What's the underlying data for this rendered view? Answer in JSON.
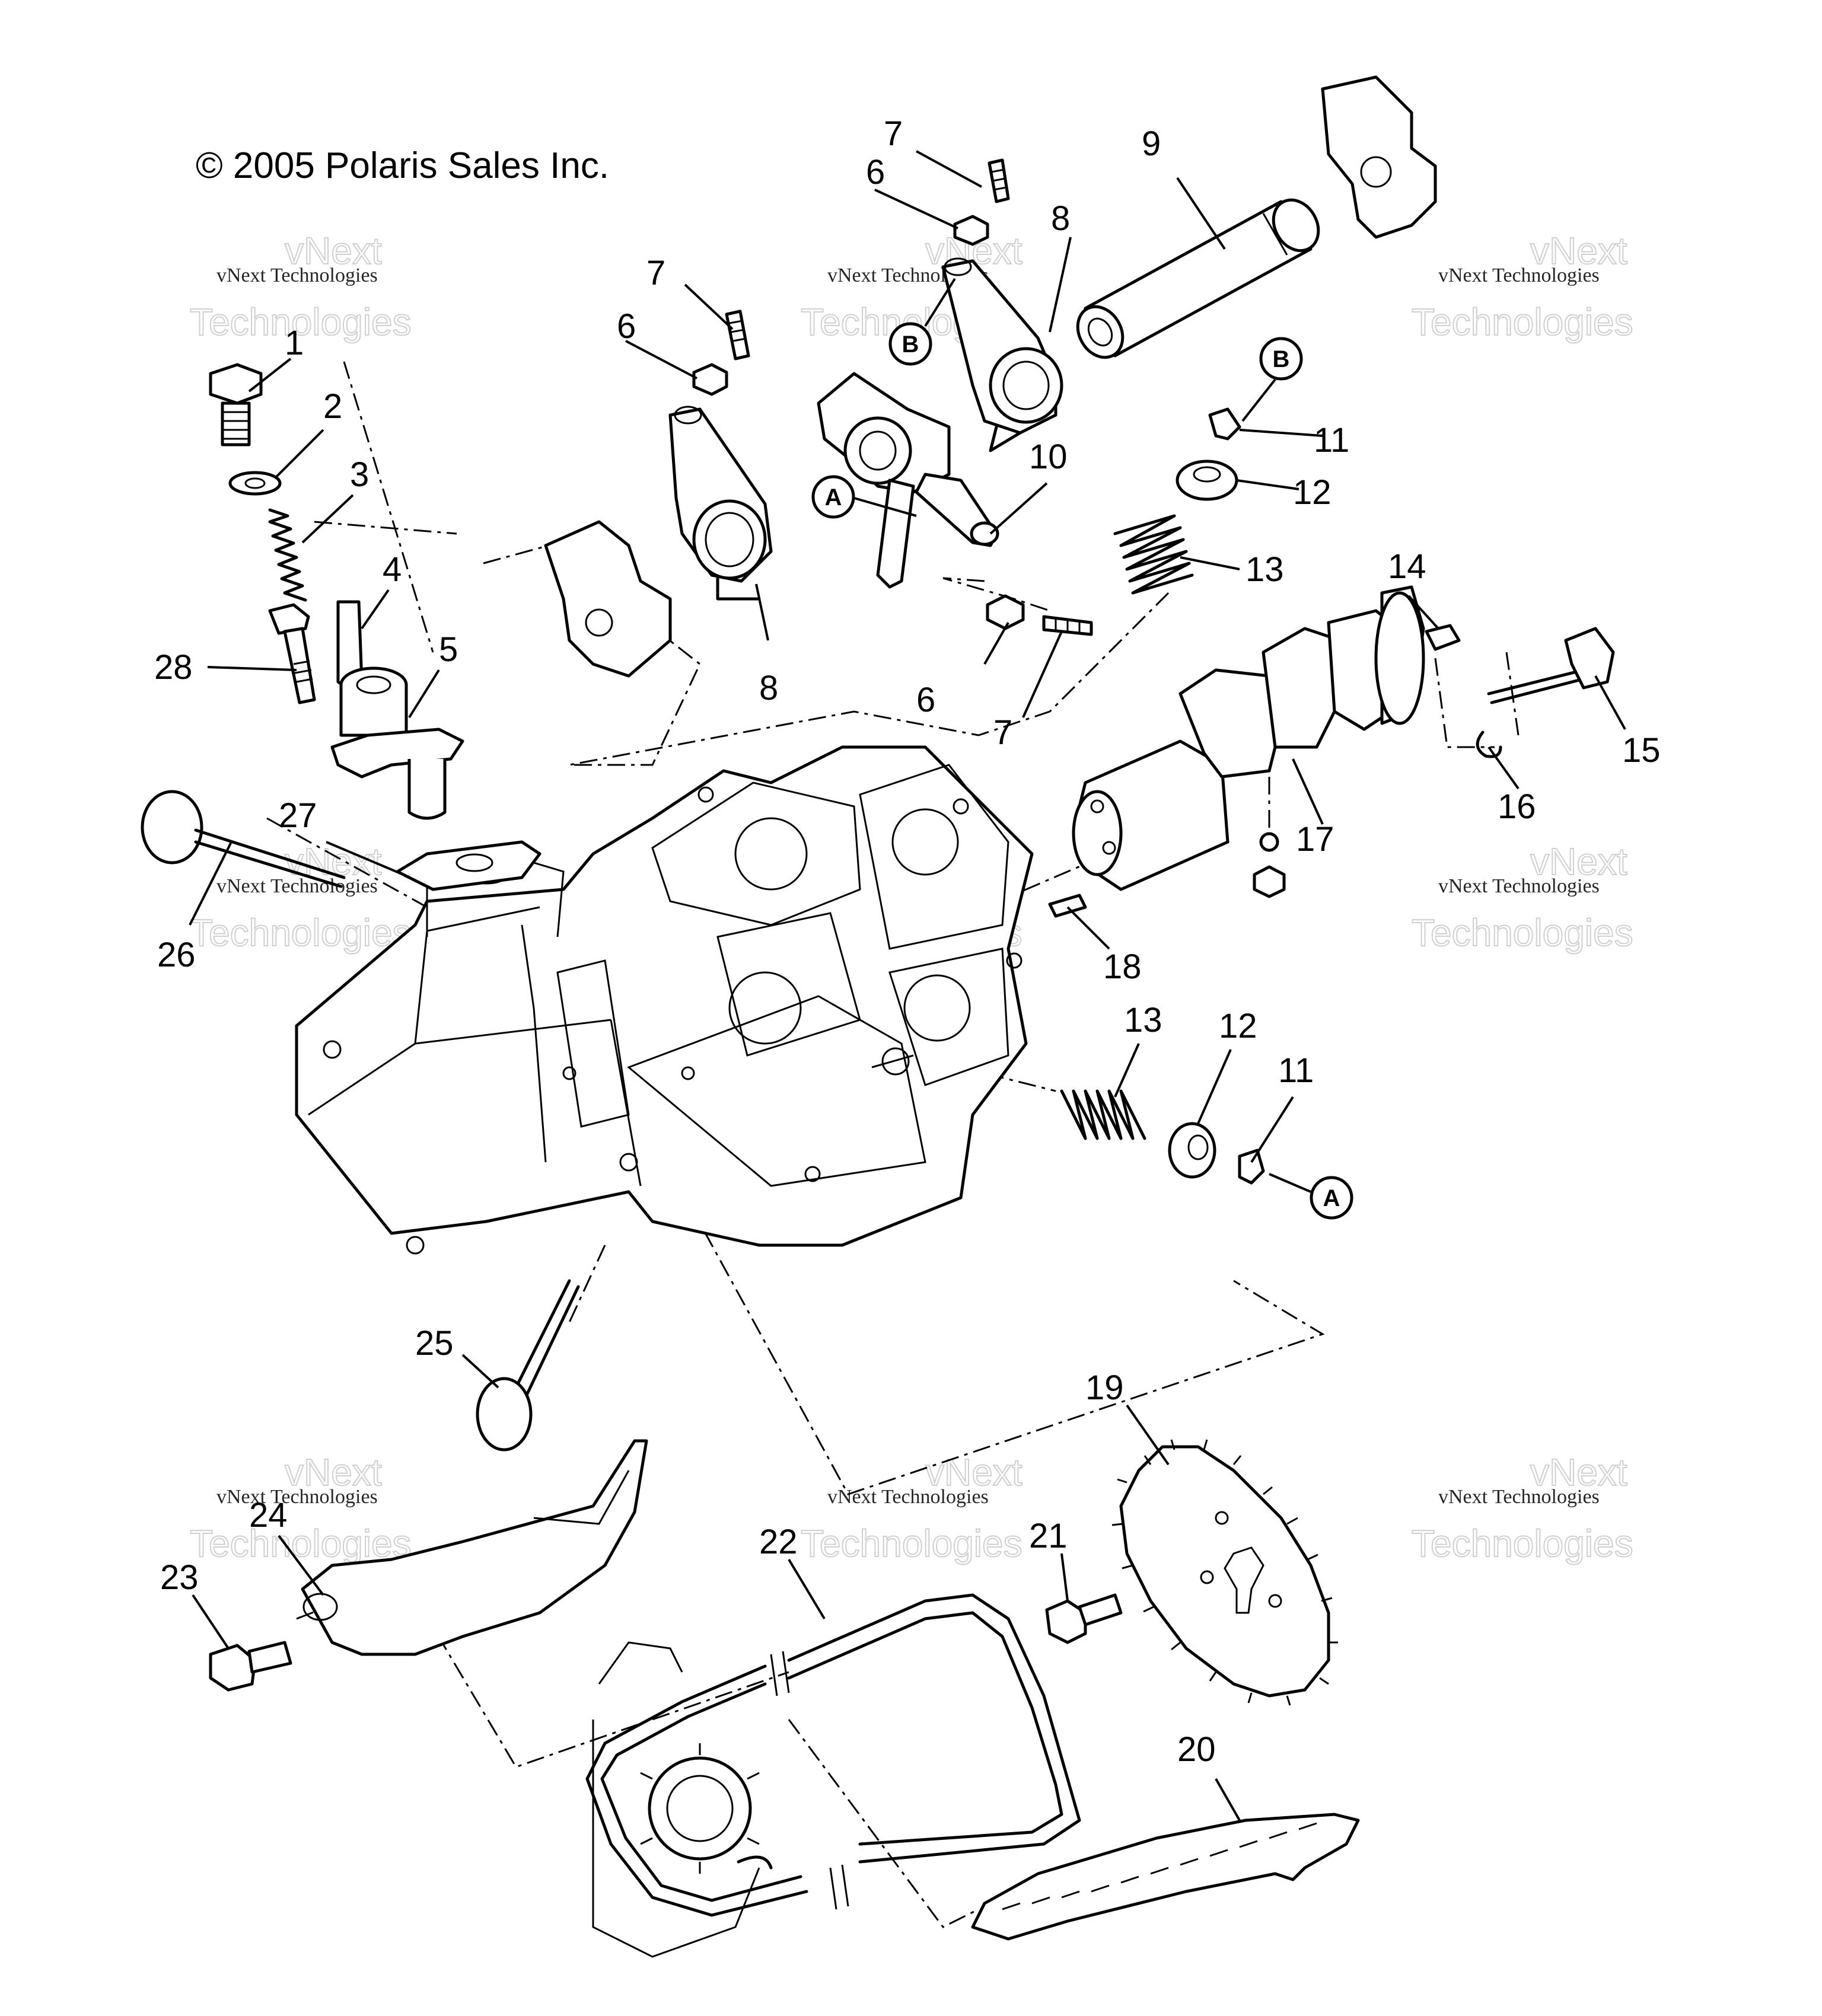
{
  "copyright": "© 2005 Polaris Sales Inc.",
  "watermark": {
    "line_small": "vNext Technologies",
    "line_big_1": "vNext",
    "line_big_2": "Technologies"
  },
  "markers": {
    "A": "A",
    "B": "B"
  },
  "callouts": [
    "1",
    "2",
    "3",
    "4",
    "5",
    "6",
    "7",
    "8",
    "9",
    "10",
    "11",
    "12",
    "13",
    "14",
    "15",
    "16",
    "17",
    "18",
    "19",
    "20",
    "21",
    "22",
    "23",
    "24",
    "25",
    "26",
    "27",
    "28"
  ]
}
